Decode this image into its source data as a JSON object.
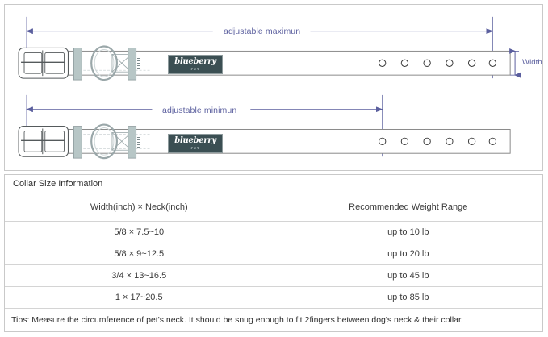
{
  "diagram": {
    "max_label": "adjustable maximun",
    "min_label": "adjustable minimun",
    "width_label": "Width",
    "logo": {
      "word": "blueberry",
      "sub": "PET"
    },
    "holes_max": 6,
    "holes_min": 6,
    "colors": {
      "dimension": "#5b5f9e",
      "strap_outline": "#8a8a8a",
      "hardware": "#b7c6c6",
      "logo_bg": "#3b4f53",
      "panel_border": "#c9c9c9"
    }
  },
  "table": {
    "title": "Collar Size Information",
    "headers": [
      "Width(inch)  ×  Neck(inch)",
      "Recommended Weight Range"
    ],
    "rows": [
      [
        "5/8 × 7.5~10",
        "up to 10 lb"
      ],
      [
        "5/8 × 9~12.5",
        "up to 20 lb"
      ],
      [
        "3/4 × 13~16.5",
        "up to 45 lb"
      ],
      [
        "1 × 17~20.5",
        "up to 85 lb"
      ]
    ],
    "tips": "Tips: Measure the circumference of pet's neck. It should be snug enough to fit 2fingers between dog's neck & their collar."
  }
}
